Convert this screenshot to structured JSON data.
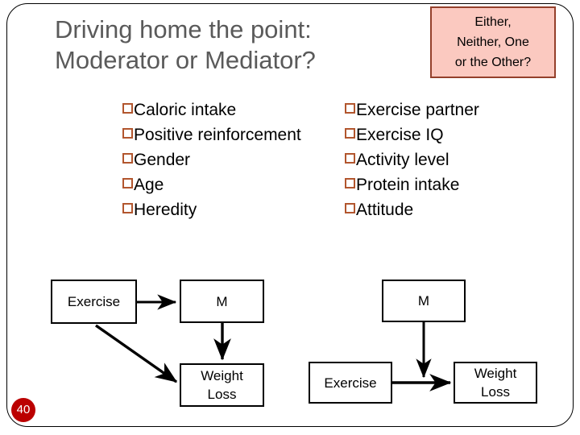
{
  "slide": {
    "page_number": "40",
    "badge_color": "#bb0000",
    "frame_color": "#000000",
    "title_color": "#5a5a5a",
    "bullet_color": "#b2562e"
  },
  "title": {
    "line1": "Driving home the point:",
    "line2": "Moderator or Mediator?"
  },
  "callout": {
    "line1": "Either,",
    "line2": "Neither, One",
    "line3": "or the Other?",
    "fill": "#fbc9c0",
    "border": "#94402b"
  },
  "bullets": {
    "left_column": [
      {
        "label": "Caloric intake"
      },
      {
        "label": "Positive reinforcement"
      },
      {
        "label": "Gender"
      },
      {
        "label": "Age"
      },
      {
        "label": "Heredity"
      }
    ],
    "right_column": [
      {
        "label": "Exercise partner"
      },
      {
        "label": "Exercise IQ"
      },
      {
        "label": "Activity level"
      },
      {
        "label": "Protein intake"
      },
      {
        "label": "Attitude"
      }
    ],
    "marker_icon": "hollow-square-bullet-icon"
  },
  "diagrams": {
    "mediator_model": {
      "nodes": {
        "predictor": "Exercise",
        "mediator": "M",
        "outcome_line1": "Weight",
        "outcome_line2": "Loss"
      },
      "edges": [
        {
          "from": "Exercise",
          "to": "M"
        },
        {
          "from": "M",
          "to": "Weight Loss"
        },
        {
          "from": "Exercise",
          "to": "Weight Loss"
        }
      ]
    },
    "moderator_model": {
      "nodes": {
        "moderator": "M",
        "predictor": "Exercise",
        "outcome_line1": "Weight",
        "outcome_line2": "Loss"
      },
      "edges": [
        {
          "from": "Exercise",
          "to": "Weight Loss"
        },
        {
          "from": "M",
          "to": "Exercise -> Weight Loss path"
        }
      ]
    }
  }
}
